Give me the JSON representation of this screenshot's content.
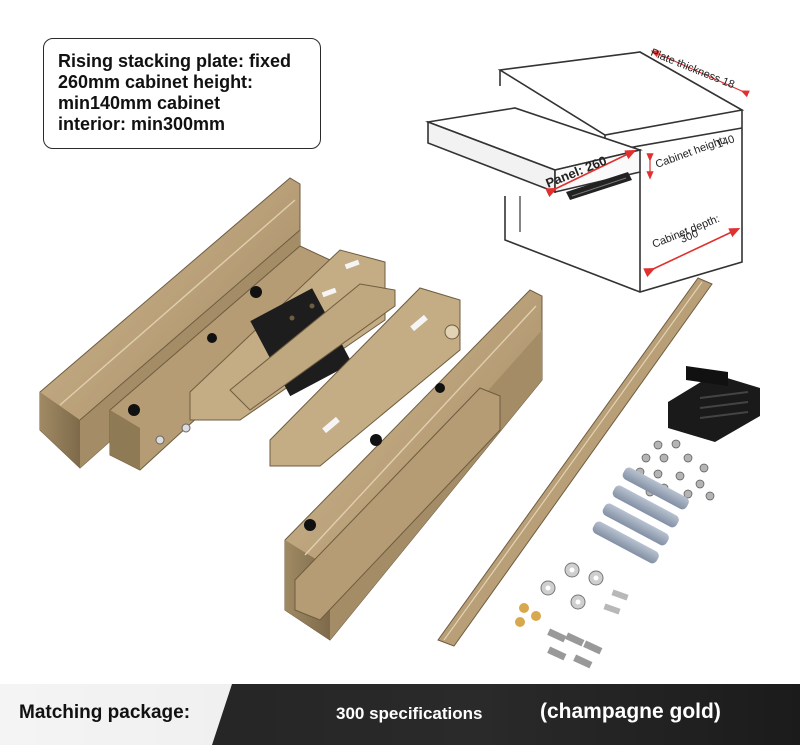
{
  "spec_box": {
    "lines": [
      "Rising stacking plate: fixed",
      "260mm cabinet height:",
      "min140mm cabinet",
      "interior: min300mm"
    ]
  },
  "diagram": {
    "plate_thickness": "Plate thickness 18",
    "panel": "Panel: 260",
    "cabinet_height_label": "Cabinet height:",
    "cabinet_height_value": "140",
    "cabinet_depth_label": "Cabinet depth:",
    "cabinet_depth_value": "300",
    "arrow_color": "#e03030"
  },
  "product": {
    "bracket_color": "#b9a07a",
    "bracket_shadow": "#8a7452",
    "damper_color": "#9aa6b8",
    "clip_color": "#1a1a1a"
  },
  "bottom_bar": {
    "label": "Matching package:",
    "specification": "300 specifications",
    "color_name": "(champagne gold)"
  }
}
